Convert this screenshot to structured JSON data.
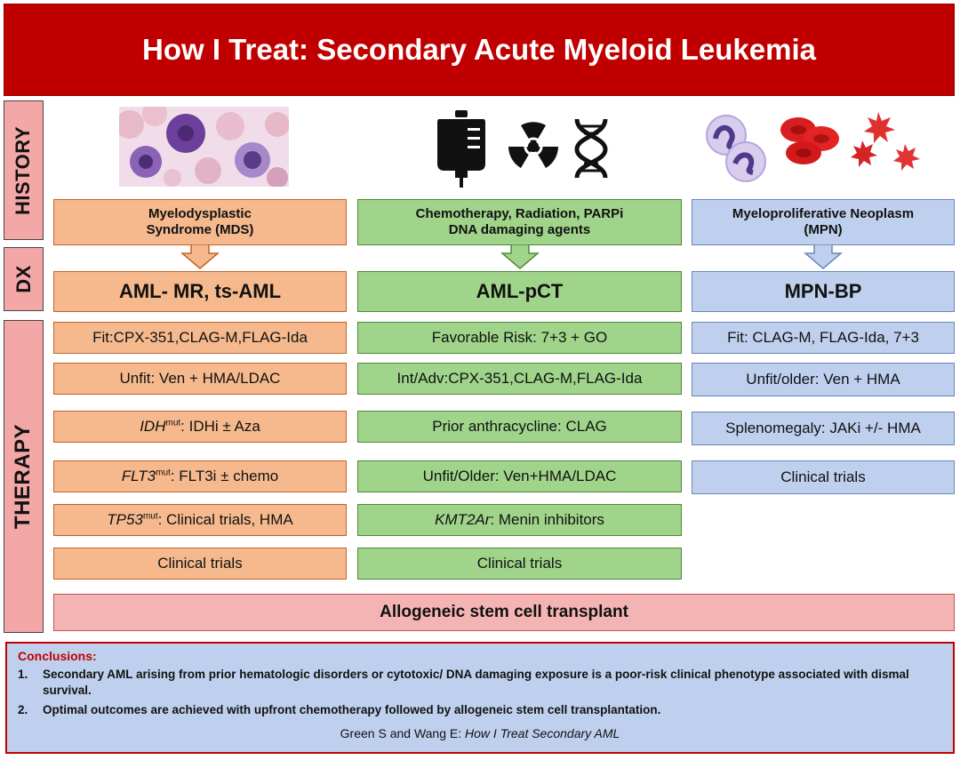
{
  "title": "How I Treat: Secondary Acute Myeloid Leukemia",
  "side_labels": {
    "history": "HISTORY",
    "dx": "DX",
    "therapy": "THERAPY"
  },
  "history": {
    "mds": [
      "Myelodysplastic",
      "Syndrome (MDS)"
    ],
    "pct": [
      "Chemotherapy, Radiation, PARPi",
      "DNA damaging agents"
    ],
    "mpn": [
      "Myeloproliferative Neoplasm",
      "(MPN)"
    ]
  },
  "dx": {
    "mds": "AML- MR, ts-AML",
    "pct": "AML-pCT",
    "mpn": "MPN-BP"
  },
  "therapy": {
    "mds": {
      "fit": "Fit:CPX-351,CLAG-M,FLAG-Ida",
      "unfit": "Unfit: Ven + HMA/LDAC",
      "idh_gene": "IDH",
      "idh_sup": "mut",
      "idh_rest": ": IDHi ± Aza",
      "flt3_gene": "FLT3",
      "flt3_sup": "mut",
      "flt3_rest": ": FLT3i ± chemo",
      "tp53_gene": "TP53",
      "tp53_sup": "mut",
      "tp53_rest": ": Clinical trials, HMA",
      "trials": "Clinical trials"
    },
    "pct": {
      "favorable": "Favorable Risk: 7+3 + GO",
      "intadv": "Int/Adv:CPX-351,CLAG-M,FLAG-Ida",
      "prior": "Prior anthracycline: CLAG",
      "unfit": "Unfit/Older: Ven+HMA/LDAC",
      "kmt2a_gene": "KMT2Ar",
      "kmt2a_rest": ": Menin inhibitors",
      "trials": "Clinical trials"
    },
    "mpn": {
      "fit": "Fit: CLAG-M, FLAG-Ida, 7+3",
      "unfit": "Unfit/older: Ven + HMA",
      "spleno": "Splenomegaly: JAKi +/- HMA",
      "trials": "Clinical trials"
    }
  },
  "transplant": "Allogeneic stem cell transplant",
  "conclusions": {
    "heading": "Conclusions:",
    "items": [
      {
        "num": "1.",
        "text": "Secondary AML arising from prior hematologic disorders or cytotoxic/ DNA damaging exposure is a poor-risk clinical phenotype associated with dismal survival."
      },
      {
        "num": "2.",
        "text": "Optimal outcomes are achieved with upfront chemotherapy followed by allogeneic stem cell transplantation."
      }
    ],
    "citation_authors": "Green S and Wang E: ",
    "citation_title": "How I Treat Secondary AML"
  },
  "colors": {
    "title_red": "#c00000",
    "orange": "#f6b98d",
    "green": "#9fd48a",
    "blue": "#bfd0ee",
    "pink": "#f5b4b4"
  },
  "icons": [
    "bone-marrow-smear-image",
    "iv-bag-icon",
    "radiation-icon",
    "dna-icon",
    "neutrophil-icon",
    "red-blood-cell-icon",
    "platelet-icon"
  ]
}
